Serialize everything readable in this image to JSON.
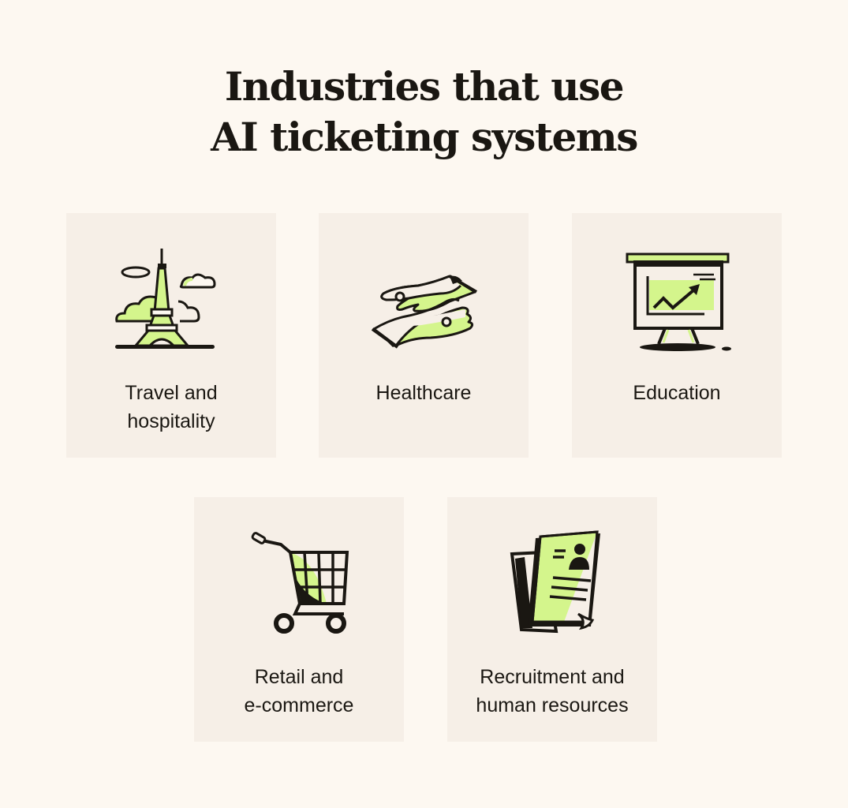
{
  "title": {
    "line1": "Industries that use",
    "line2": "AI ticketing systems"
  },
  "colors": {
    "background": "#fdf8f1",
    "card": "#f6efe7",
    "accent_green": "#d4f58c",
    "ink": "#1a1712"
  },
  "industries": [
    {
      "line1": "Travel and",
      "line2": "hospitality",
      "icon": "eiffel-tower-icon"
    },
    {
      "line1": "Healthcare",
      "line2": "",
      "icon": "caring-hands-icon"
    },
    {
      "line1": "Education",
      "line2": "",
      "icon": "presentation-board-icon"
    },
    {
      "line1": "Retail and",
      "line2": "e-commerce",
      "icon": "shopping-cart-icon"
    },
    {
      "line1": "Recruitment and",
      "line2": "human resources",
      "icon": "resume-document-icon"
    }
  ]
}
